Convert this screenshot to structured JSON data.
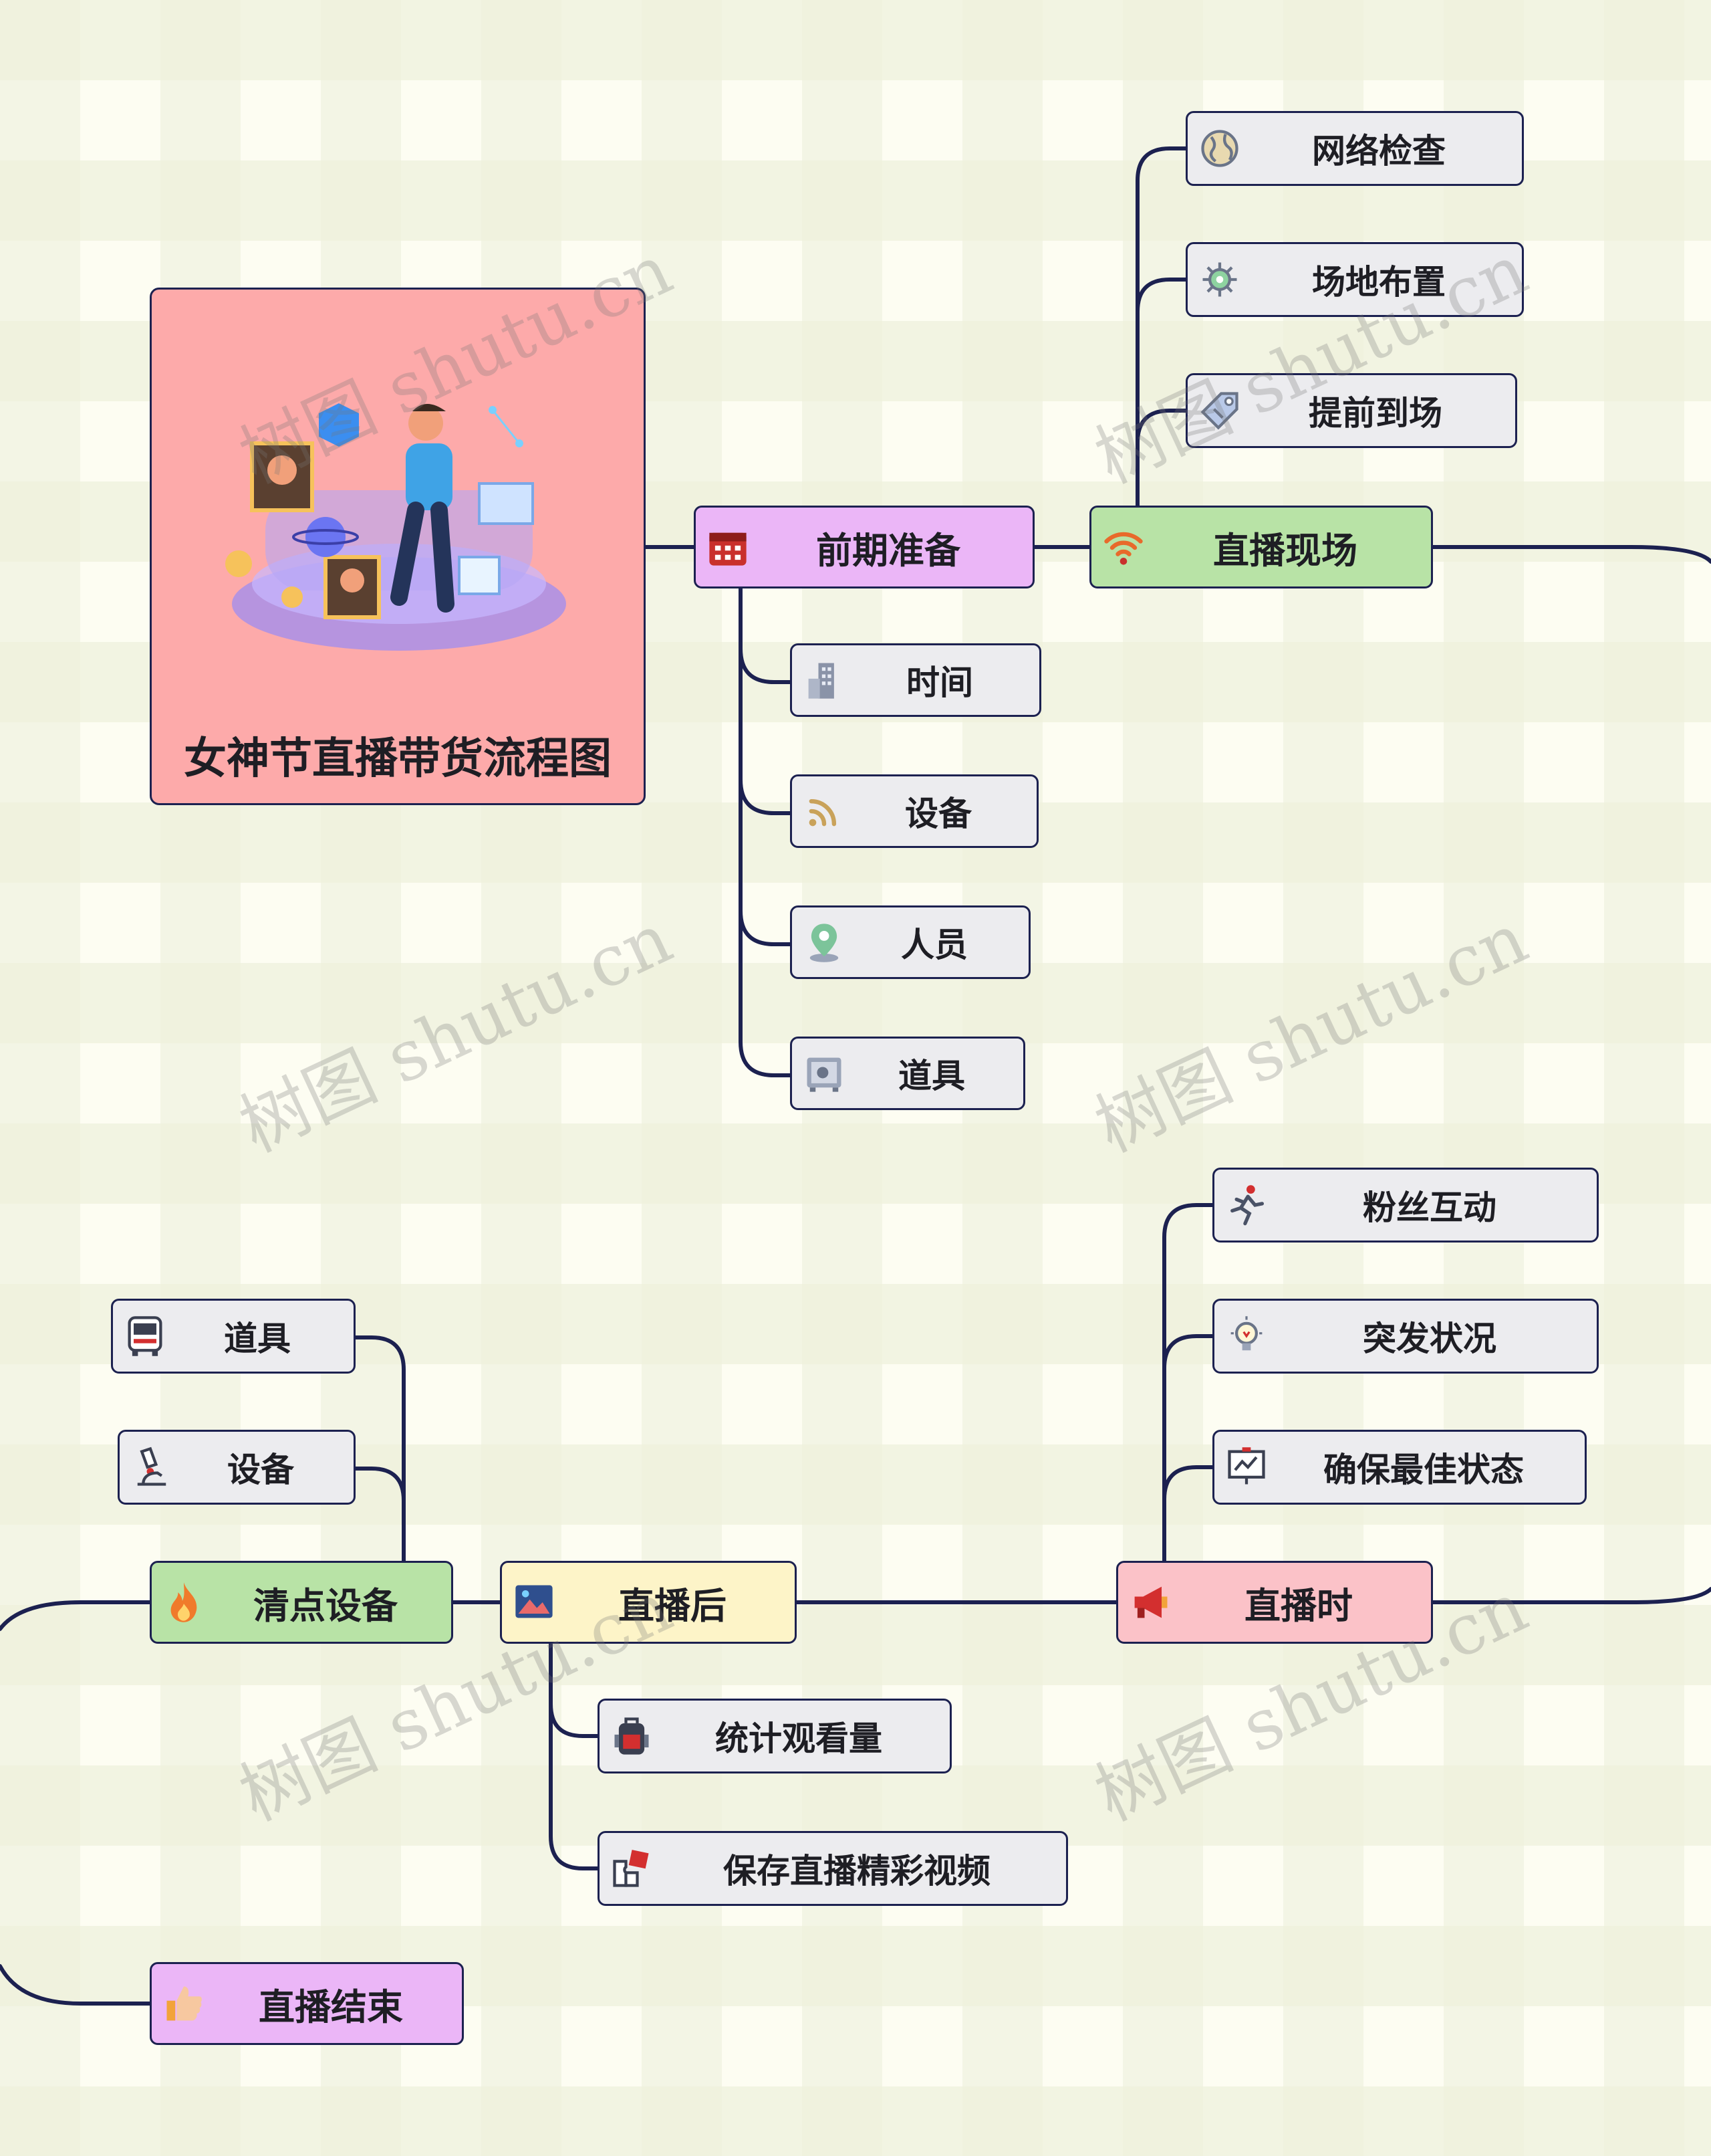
{
  "root": {
    "title": "女神节直播带货流程图"
  },
  "nodes": {
    "prep": "前期准备",
    "prep_time": "时间",
    "prep_equipment": "设备",
    "prep_staff": "人员",
    "prep_props": "道具",
    "live_site": "直播现场",
    "site_network": "网络检查",
    "site_layout": "场地布置",
    "site_early": "提前到场",
    "during_live": "直播时",
    "during_fans": "粉丝互动",
    "during_emergency": "突发状况",
    "during_best": "确保最佳状态",
    "after_live": "直播后",
    "after_stats": "统计观看量",
    "after_save": "保存直播精彩视频",
    "check_equipment": "清点设备",
    "check_props": "道具",
    "check_equipment_sub": "设备",
    "live_end": "直播结束"
  },
  "colors": {
    "root": "#fdaaaa",
    "purple": "#ebb6f7",
    "green": "#b8e3a6",
    "pink": "#fbc2c8",
    "yellow": "#fdf4c8",
    "leaf": "#ececef",
    "line": "#1c2150"
  },
  "watermark": "树图 shutu.cn"
}
